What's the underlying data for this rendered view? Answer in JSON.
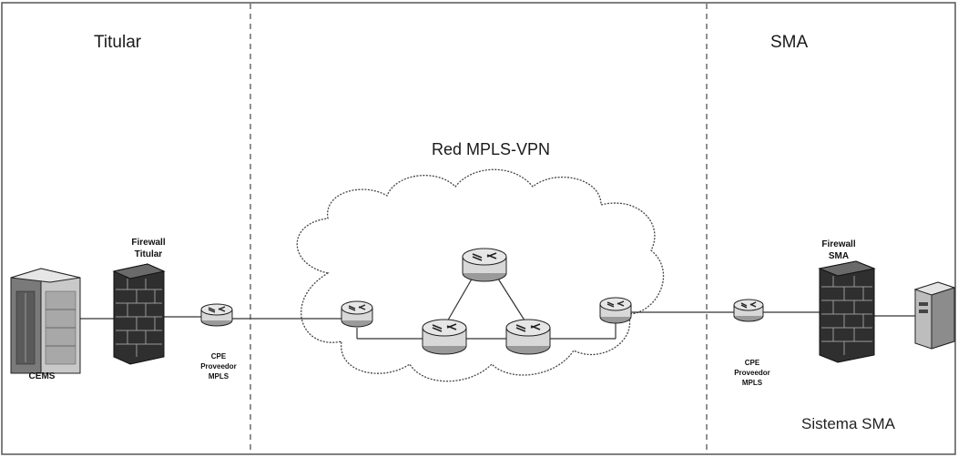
{
  "zones": {
    "left": "Titular",
    "middle": "Red MPLS-VPN",
    "right": "SMA"
  },
  "devices": {
    "cems": "CEMS",
    "firewall_titular": "Firewall\nTitular",
    "cpe_left": "CPE\nProveedor\nMPLS",
    "firewall_sma": "Firewall\nSMA",
    "cpe_right": "CPE\nProveedor\nMPLS",
    "sistema_sma": "Sistema SMA"
  },
  "colors": {
    "line": "#333333",
    "dashed": "#555555",
    "cloud_stroke": "#444444",
    "router_fill": "#dcdcdc",
    "firewall_brick": "#3a3a3a",
    "server_fill": "#b8b8b8"
  }
}
